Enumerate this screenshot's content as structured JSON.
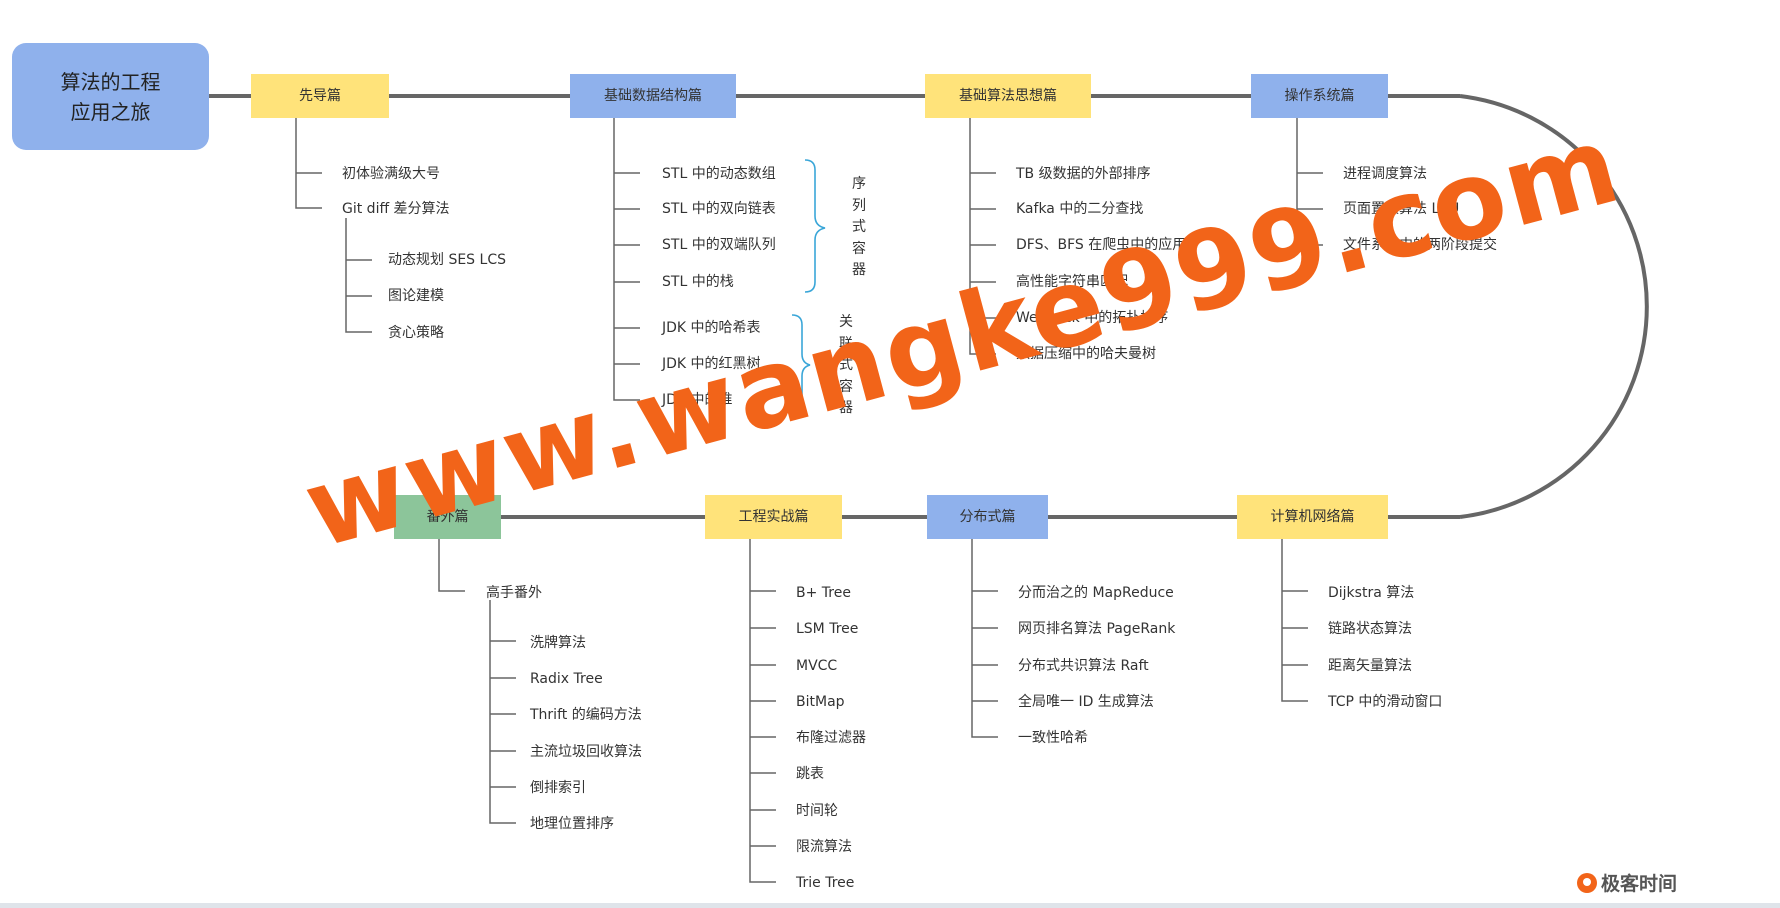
{
  "root": {
    "line1": "算法的工程",
    "line2": "应用之旅"
  },
  "sections": {
    "xiandao": {
      "title": "先导篇",
      "items": [
        "初体验满级大号",
        "Git diff 差分算法"
      ],
      "sub": [
        "动态规划 SES LCS",
        "图论建模",
        "贪心策略"
      ]
    },
    "shuju": {
      "title": "基础数据结构篇",
      "items": [
        "STL 中的动态数组",
        "STL 中的双向链表",
        "STL 中的双端队列",
        "STL 中的栈",
        "JDK 中的哈希表",
        "JDK 中的红黑树",
        "JDK 中的堆"
      ],
      "group1": "序列式容器",
      "group2": "关联式容器"
    },
    "suanfa": {
      "title": "基础算法思想篇",
      "items": [
        "TB 级数据的外部排序",
        "Kafka 中的二分查找",
        "DFS、BFS 在爬虫中的应用",
        "高性能字符串匹配",
        "Webpack 中的拓扑排序",
        "数据压缩中的哈夫曼树"
      ]
    },
    "caozuo": {
      "title": "操作系统篇",
      "items": [
        "进程调度算法",
        "页面置换算法 LRU",
        "文件系统中的两阶段提交"
      ]
    },
    "wangluo": {
      "title": "计算机网络篇",
      "items": [
        "Dijkstra 算法",
        "链路状态算法",
        "距离矢量算法",
        "TCP 中的滑动窗口"
      ]
    },
    "fenbu": {
      "title": "分布式篇",
      "items": [
        "分而治之的 MapReduce",
        "网页排名算法 PageRank",
        "分布式共识算法 Raft",
        "全局唯一 ID 生成算法",
        "一致性哈希"
      ]
    },
    "gongcheng": {
      "title": "工程实战篇",
      "items": [
        "B+ Tree",
        "LSM Tree",
        "MVCC",
        "BitMap",
        "布隆过滤器",
        "跳表",
        "时间轮",
        "限流算法",
        "Trie Tree"
      ]
    },
    "fanwai": {
      "title": "番外篇",
      "items": [
        "高手番外"
      ],
      "sub": [
        "洗牌算法",
        "Radix Tree",
        "Thrift 的编码方法",
        "主流垃圾回收算法",
        "倒排索引",
        "地理位置排序"
      ]
    }
  },
  "watermark": "www.wangke999.com",
  "logo": "极客时间",
  "colors": {
    "line": "#666666",
    "yellow": "#ffe37a",
    "blue": "#8fb1ec",
    "green": "#8cc59a",
    "watermark": "#f26419",
    "bracket": "#3aa6d8"
  }
}
